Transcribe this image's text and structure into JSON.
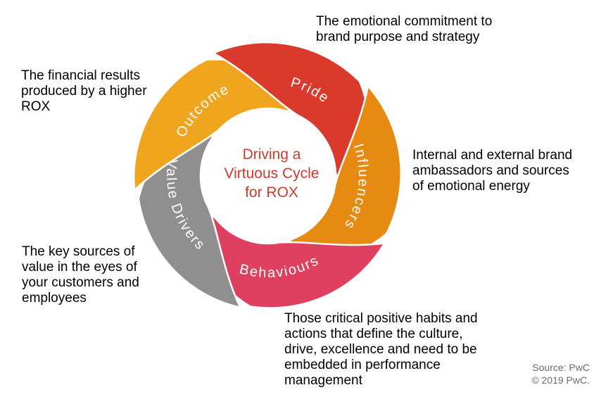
{
  "title": {
    "text": "Driving a Virtuous Cycle for ROX",
    "lines": [
      "Driving a",
      "Virtuous Cycle",
      "for ROX"
    ],
    "color": "#ce3a2e"
  },
  "segments": [
    {
      "id": "pride",
      "label": "Pride",
      "color": "#d93a2b",
      "annotation_lines": [
        "The emotional commitment to",
        "brand purpose and strategy"
      ]
    },
    {
      "id": "influencers",
      "label": "Influencers",
      "color": "#e68a12",
      "annotation_lines": [
        "Internal and external brand",
        "ambassadors and sources",
        "of emotional energy"
      ]
    },
    {
      "id": "behaviours",
      "label": "Behaviours",
      "color": "#e04060",
      "annotation_lines": [
        "Those critical positive habits and",
        "actions that define the culture,",
        "drive, excellence and need to be",
        "embedded in performance",
        "management"
      ]
    },
    {
      "id": "value_drivers",
      "label": "Value Drivers",
      "color": "#908e8e",
      "annotation_lines": [
        "The key sources of",
        "value in the eyes of",
        "your customers and",
        "employees"
      ]
    },
    {
      "id": "outcome",
      "label": "Outcome",
      "color": "#f0a51e",
      "annotation_lines": [
        "The financial results",
        "produced by a higher",
        "ROX"
      ]
    }
  ],
  "source": {
    "lines": [
      "Source: PwC",
      "© 2019 PwC."
    ],
    "color": "#6b6b6b"
  },
  "colors": {
    "background": "#ffffff",
    "annotation_text": "#000000",
    "segment_label_text": "#ffffff"
  }
}
